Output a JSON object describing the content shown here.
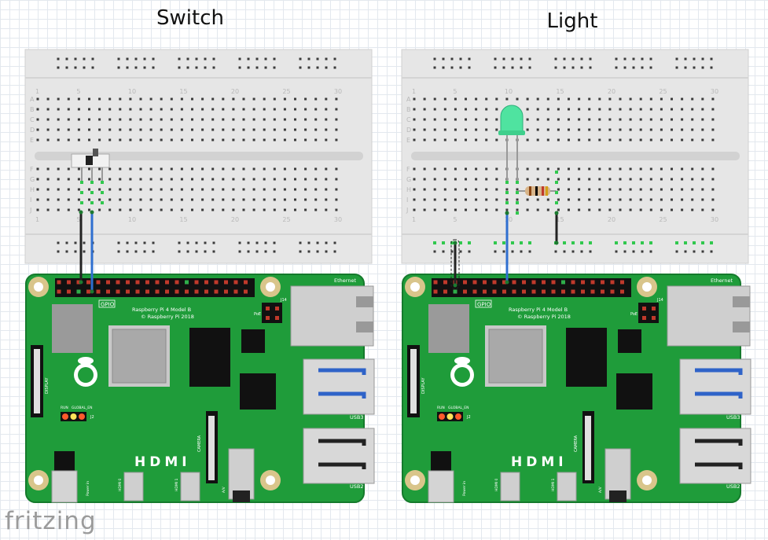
{
  "panels": [
    {
      "id": "switch",
      "title": "Switch",
      "pi": {
        "gpio_label": "GPIO",
        "model_line1": "Raspberry Pi 4 Model B",
        "model_line2": "© Raspberry Pi 2018",
        "ethernet_label": "Ethernet",
        "usb3_label": "USB3",
        "usb2_label": "USB2",
        "hdmi_label": "HDMI",
        "display_label": "DISPLAY",
        "camera_label": "CAMERA",
        "run_label": "RUN",
        "global_en_label": "GLOBAL_EN",
        "j2_label": "J2",
        "j14_label": "J14",
        "poe_label": "PoE",
        "power_label": "Power in",
        "hdmi0_label": "HDMI 0",
        "hdmi1_label": "HDMI 1",
        "av_label": "A/V"
      }
    },
    {
      "id": "light",
      "title": "Light",
      "pi": {
        "gpio_label": "GPIO",
        "model_line1": "Raspberry Pi 4 Model B",
        "model_line2": "© Raspberry Pi 2018",
        "ethernet_label": "Ethernet",
        "usb3_label": "USB3",
        "usb2_label": "USB2",
        "hdmi_label": "HDMI",
        "display_label": "DISPLAY",
        "camera_label": "CAMERA",
        "run_label": "RUN",
        "global_en_label": "GLOBAL_EN",
        "j2_label": "J2",
        "j14_label": "J14",
        "poe_label": "PoE",
        "power_label": "Power in",
        "hdmi0_label": "HDMI 0",
        "hdmi1_label": "HDMI 1",
        "av_label": "A/V"
      }
    }
  ],
  "breadboard": {
    "column_numbers": [
      "1",
      "5",
      "10",
      "15",
      "20",
      "25",
      "30"
    ],
    "row_letters_top": [
      "A",
      "B",
      "C",
      "D",
      "E"
    ],
    "row_letters_bottom": [
      "F",
      "G",
      "H",
      "I",
      "J"
    ]
  },
  "components": {
    "switch": "slide-switch",
    "led": "green-led",
    "resistor": "resistor",
    "wires": [
      "black-wire",
      "blue-wire"
    ]
  },
  "colors": {
    "pcb_green": "#1f9c3a",
    "breadboard": "#e6e6e6",
    "wire_black": "#222222",
    "wire_blue": "#2f6fd0",
    "led_green": "#4fe3a0",
    "header_red": "#c0392b"
  },
  "footer": {
    "logo_text": "fritzing"
  }
}
